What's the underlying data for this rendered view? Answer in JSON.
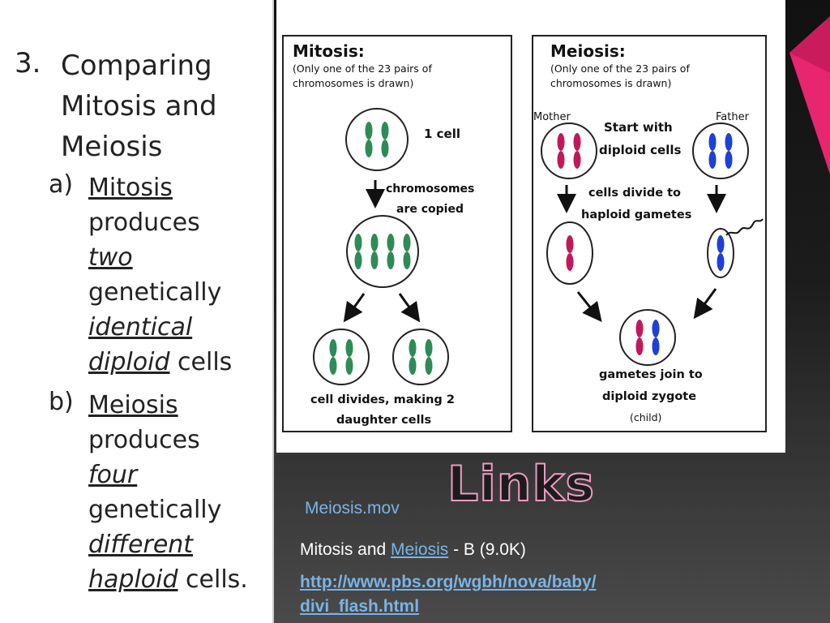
{
  "left": {
    "number": "3.",
    "title_lines": [
      "Comparing",
      "Mitosis and",
      "Meiosis"
    ],
    "item_a": {
      "marker": "a)",
      "l1": "Mitosis",
      "l2": "produces",
      "l3": "two",
      "l4": "genetically",
      "l5": "identical",
      "l6a": "diploid",
      "l6b": " cells"
    },
    "item_b": {
      "marker": "b)",
      "l1": "Meiosis",
      "l2": "produces",
      "l3": "four",
      "l4": "genetically",
      "l5": "different",
      "l6a": "haploid",
      "l6b": " cells."
    }
  },
  "diagram": {
    "mitosis": {
      "title": "Mitosis:",
      "note1": "(Only one of the 23 pairs of",
      "note2": "chromosomes is drawn)",
      "one_cell": "1 cell",
      "copied1": "chromosomes",
      "copied2": "are copied",
      "divides1": "cell divides, making 2",
      "divides2": "daughter cells",
      "color": "#2e8b57"
    },
    "meiosis": {
      "title": "Meiosis:",
      "note1": "(Only one of the 23 pairs of",
      "note2": "chromosomes is drawn)",
      "mother": "Mother",
      "father": "Father",
      "start1": "Start with",
      "start2": "diploid cells",
      "divide1": "cells divide to",
      "divide2": "haploid gametes",
      "join1": "gametes join to",
      "join2": "diploid zygote",
      "child": "(child)",
      "mother_color": "#c2185b",
      "father_color": "#1f3fd6"
    }
  },
  "links": {
    "title": "Links",
    "meiosis_mov": "Meiosis.mov",
    "resource_prefix": "Mitosis and ",
    "resource_link": "Meiosis",
    "resource_suffix": " - B (9.0K)",
    "url_line1": "http://www.pbs.org/wgbh/nova/baby/",
    "url_line2": "divi_flash.html"
  },
  "colors": {
    "accent_pink": "#e8256f",
    "link_blue": "#7ab4e6"
  }
}
